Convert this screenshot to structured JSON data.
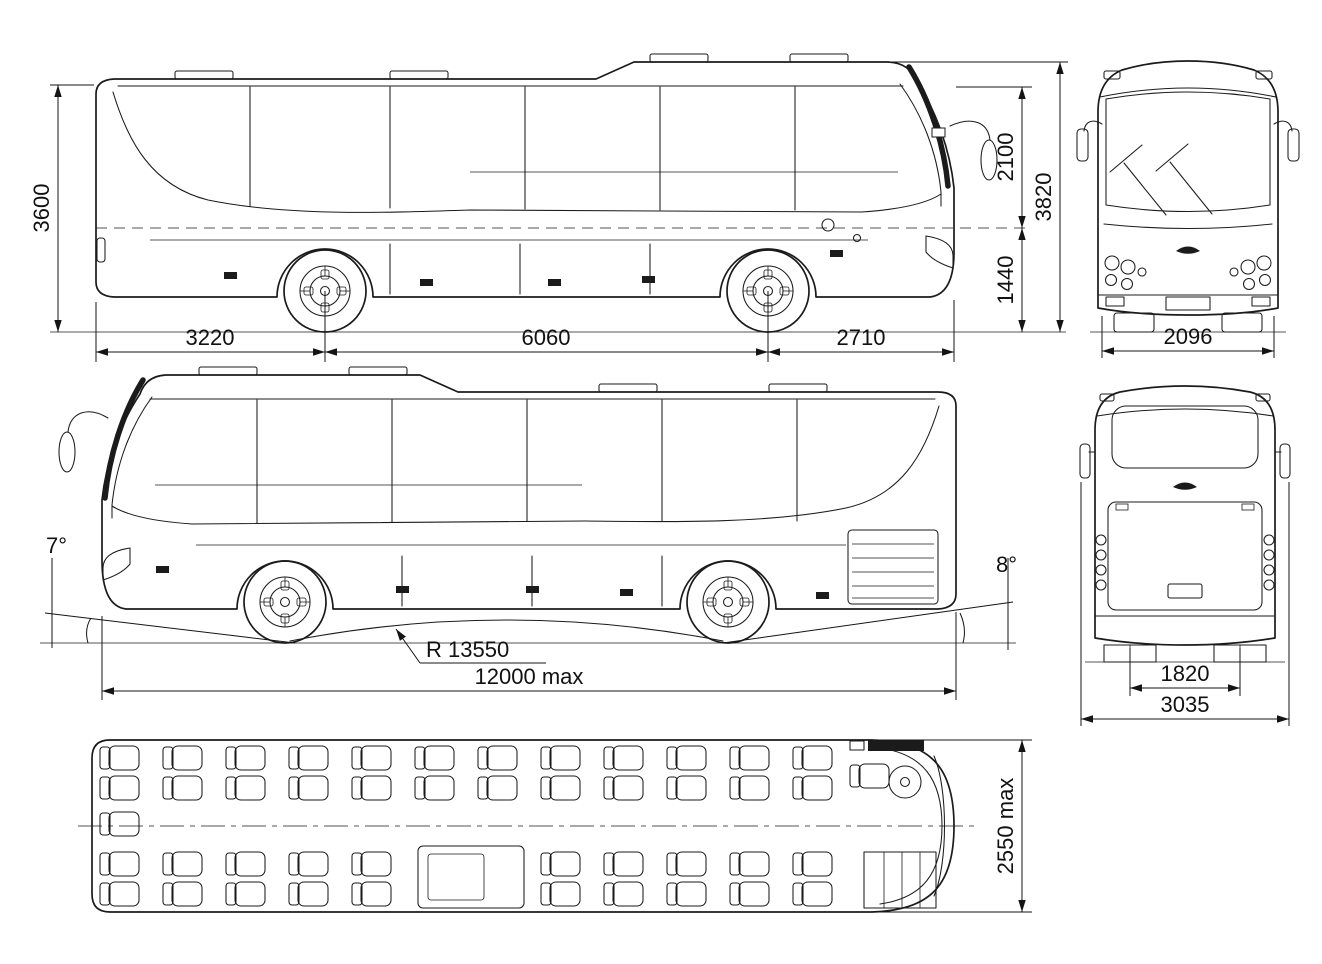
{
  "colors": {
    "background": "#ffffff",
    "line": "#1b1b1b"
  },
  "labels": {
    "side_top": {
      "height_body": "3600",
      "height_upper": "2100",
      "height_total": "3820",
      "height_lower": "1440",
      "rear_overhang": "3220",
      "wheelbase": "6060",
      "front_overhang": "2710"
    },
    "front": {
      "width_track": "2096"
    },
    "side_bottom": {
      "angle_front": "7°",
      "angle_rear": "8°",
      "ramp_radius": "R 13550",
      "length_overall": "12000 max"
    },
    "rear": {
      "track_rear": "1820",
      "width_overall": "3035"
    },
    "plan": {
      "width_max": "2550 max"
    }
  }
}
